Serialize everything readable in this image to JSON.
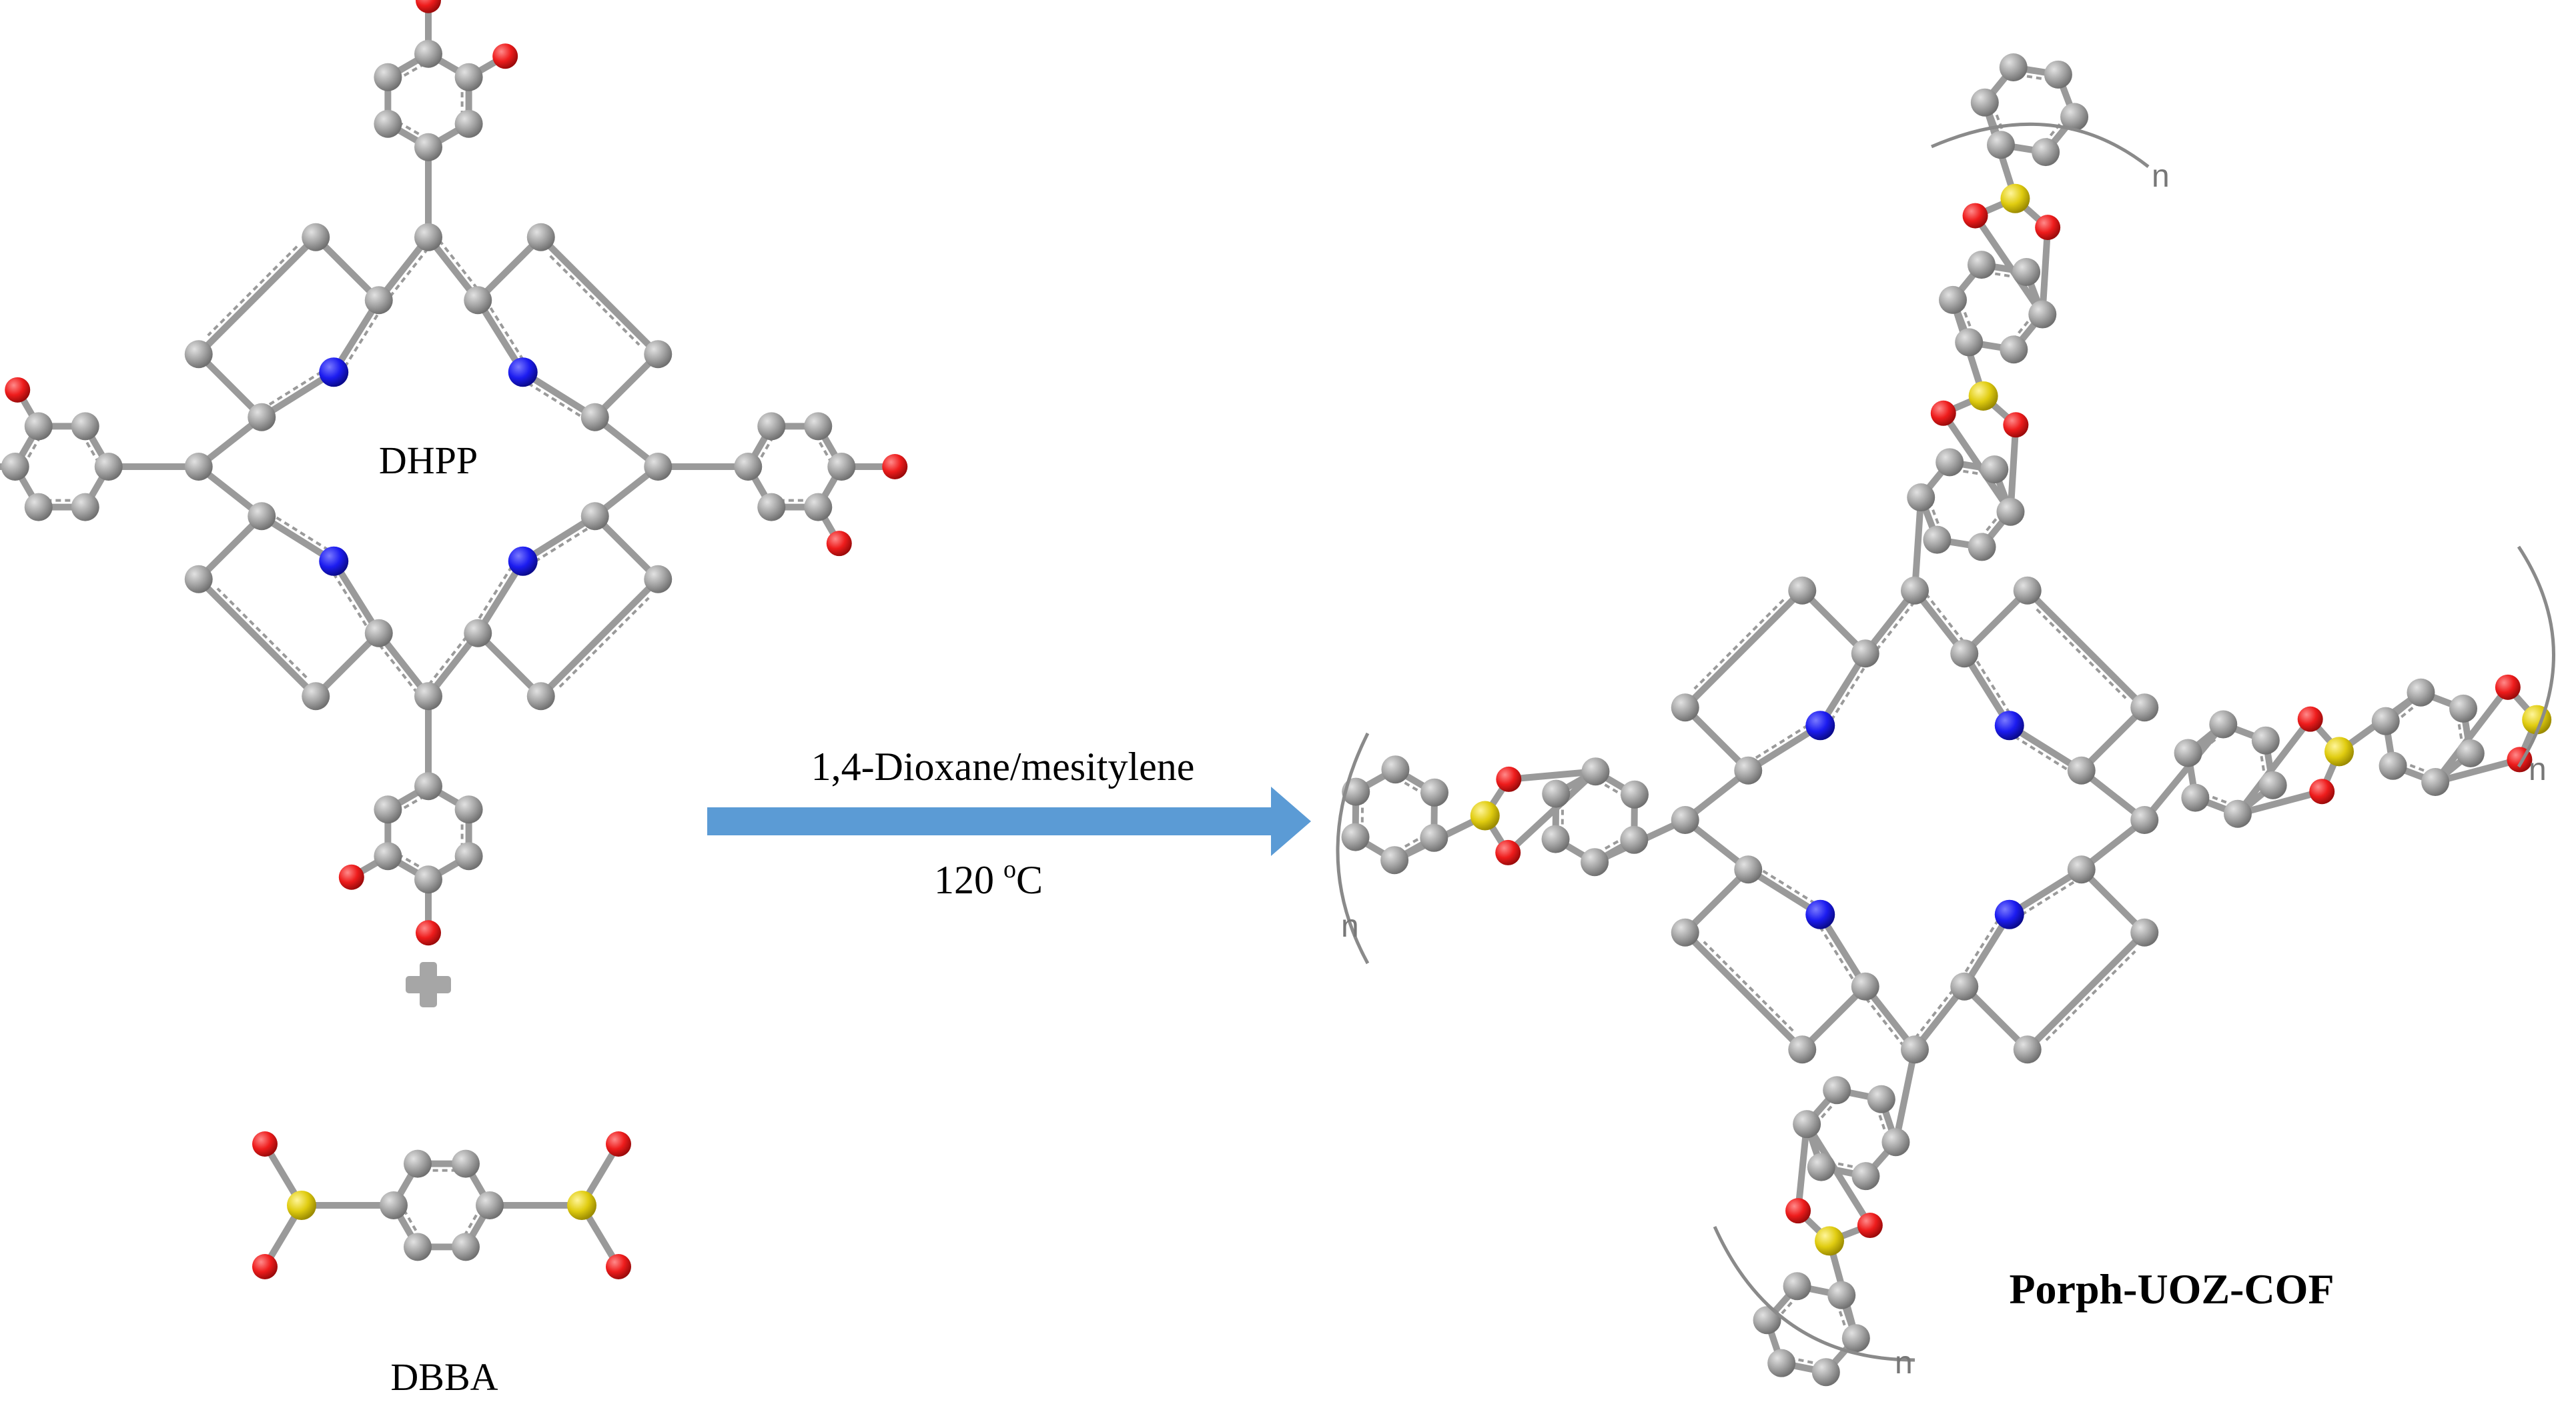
{
  "labels": {
    "dhpp": "DHPP",
    "dbba": "DBBA",
    "product": "Porph-UOZ-COF",
    "solvent": "1,4-Dioxane/mesitylene",
    "temperature": "120",
    "temperature_sup": "o",
    "temperature_unit": "C",
    "repeat_n": "n"
  },
  "atom_colors": {
    "carbon": "#9a9a9a",
    "nitrogen": "#1c1cf0",
    "oxygen": "#ee1c1c",
    "boron": "#e0cc10",
    "bond": "#9a9a9a"
  },
  "arrow_color": "#5b9bd5",
  "plus_color": "#a6a6a6"
}
